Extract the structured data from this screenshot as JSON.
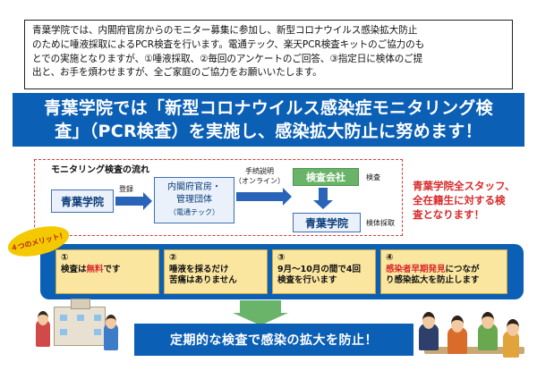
{
  "intro": {
    "lines": [
      "青葉学院では、内閣府官房からのモニター募集に参加し、新型コロナウイルス感染拡大防止",
      "のために唾液採取によるPCR検査を行います。電通テック、楽天PCR検査キットのご協力のも",
      "とでの実施となりますが、①唾液採取、②毎回のアンケートのご回答、③指定日に検体のご提",
      "出と、お手を煩わせますが、全ご家庭のご協力をお願いいたします。"
    ]
  },
  "banner": {
    "line1": "青葉学院では「新型コロナウイルス感染症モニタリング検",
    "line2": "査」（PCR検査）を実施し、感染拡大防止に努めます！"
  },
  "flow": {
    "title": "モニタリング検査の流れ",
    "school": "青葉学院",
    "register_label": "登録",
    "gov_line1": "内閣府官房・",
    "gov_line2": "管理団体",
    "gov_sub": "（電通テック）",
    "explain_line1": "手続説明",
    "explain_line2": "（オンライン）",
    "company": "検査会社",
    "inspect_label": "検査",
    "school_bottom": "青葉学院",
    "collect_label": "検体採取"
  },
  "staff_note": {
    "line1": "青葉学院全スタッフ、",
    "line2": "全在籍生に対する検",
    "line3": "査となります！"
  },
  "merits": {
    "badge": "４つのメリット！",
    "cards": [
      {
        "num": "①",
        "pre": "検査は",
        "highlight": "無料",
        "post": "です"
      },
      {
        "num": "②",
        "line1": "唾液を採るだけ",
        "line2": "苦痛はありません"
      },
      {
        "num": "③",
        "line1": "9月～10月の間で4回",
        "line2": "検査を行います"
      },
      {
        "num": "④",
        "highlight": "感染者早期発見",
        "post": "につなが",
        "line2": "り感染拡大を防止します"
      }
    ]
  },
  "conclusion": "定期的な検査で感染の拡大を防止！",
  "colors": {
    "primary_blue": "#0b5fb4",
    "accent_red": "#d92a2a",
    "card_yellow": "#fbe6a0",
    "green": "#6ab46a"
  }
}
